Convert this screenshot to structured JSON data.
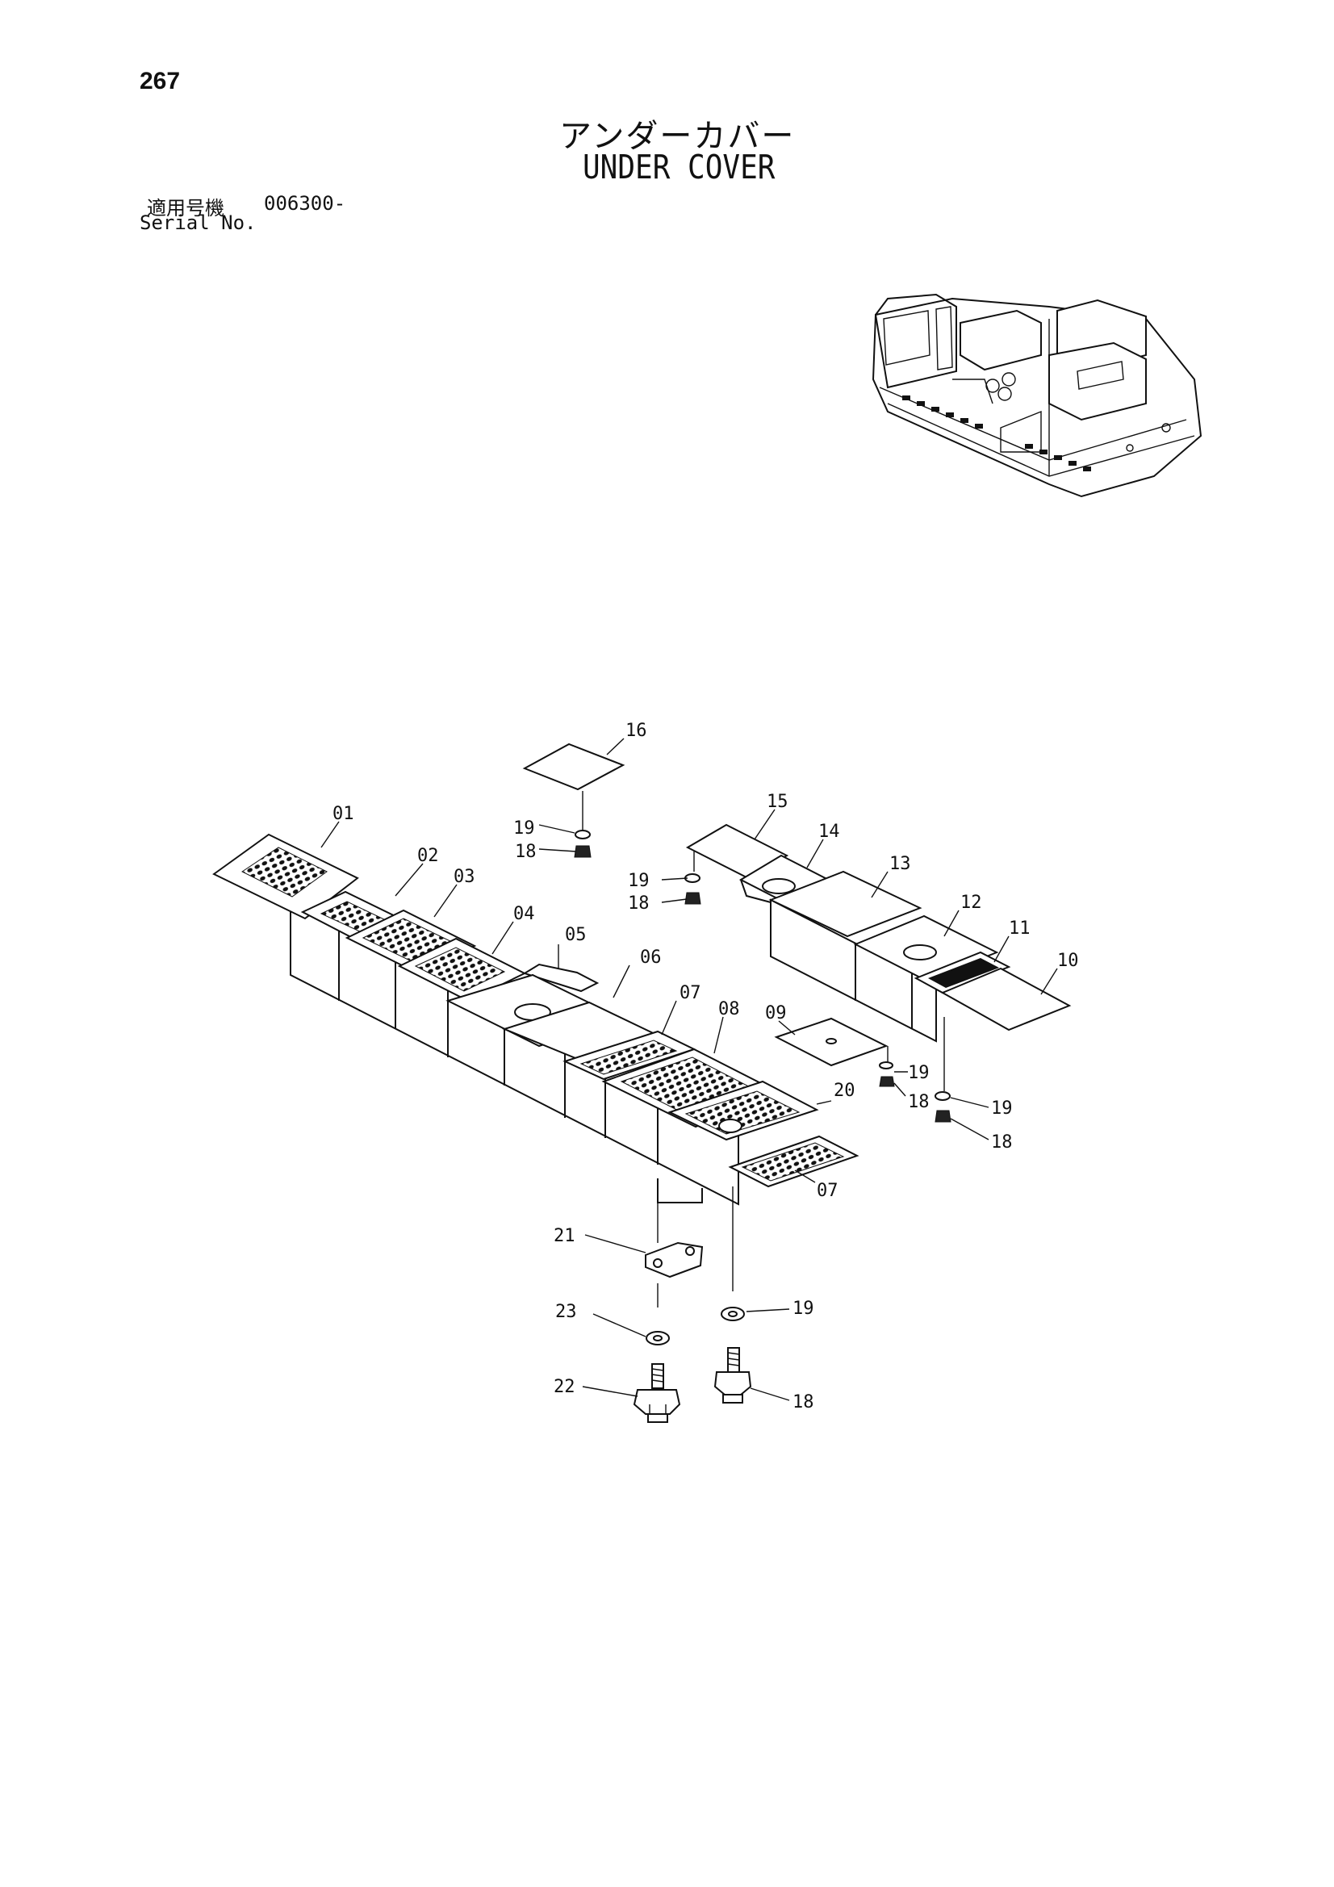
{
  "page": {
    "number": "267",
    "title_jp": "アンダーカバー",
    "title_en": "UNDER COVER",
    "serial_label_jp": "適用号機",
    "serial_label_en": "Serial No.",
    "serial_value": "006300-"
  },
  "callouts": [
    {
      "key": "c16",
      "label": "16"
    },
    {
      "key": "c01",
      "label": "01"
    },
    {
      "key": "c19a",
      "label": "19"
    },
    {
      "key": "c18a",
      "label": "18"
    },
    {
      "key": "c02",
      "label": "02"
    },
    {
      "key": "c03",
      "label": "03"
    },
    {
      "key": "c04",
      "label": "04"
    },
    {
      "key": "c05",
      "label": "05"
    },
    {
      "key": "c06",
      "label": "06"
    },
    {
      "key": "c07a",
      "label": "07"
    },
    {
      "key": "c08",
      "label": "08"
    },
    {
      "key": "c09",
      "label": "09"
    },
    {
      "key": "c15",
      "label": "15"
    },
    {
      "key": "c14",
      "label": "14"
    },
    {
      "key": "c13",
      "label": "13"
    },
    {
      "key": "c12",
      "label": "12"
    },
    {
      "key": "c11",
      "label": "11"
    },
    {
      "key": "c10",
      "label": "10"
    },
    {
      "key": "c19b",
      "label": "19"
    },
    {
      "key": "c18b",
      "label": "18"
    },
    {
      "key": "c19c",
      "label": "19"
    },
    {
      "key": "c18c",
      "label": "18"
    },
    {
      "key": "c19d",
      "label": "19"
    },
    {
      "key": "c18d",
      "label": "18"
    },
    {
      "key": "c20",
      "label": "20"
    },
    {
      "key": "c07b",
      "label": "07"
    },
    {
      "key": "c21",
      "label": "21"
    },
    {
      "key": "c19e",
      "label": "19"
    },
    {
      "key": "c23",
      "label": "23"
    },
    {
      "key": "c22",
      "label": "22"
    },
    {
      "key": "c18e",
      "label": "18"
    }
  ]
}
